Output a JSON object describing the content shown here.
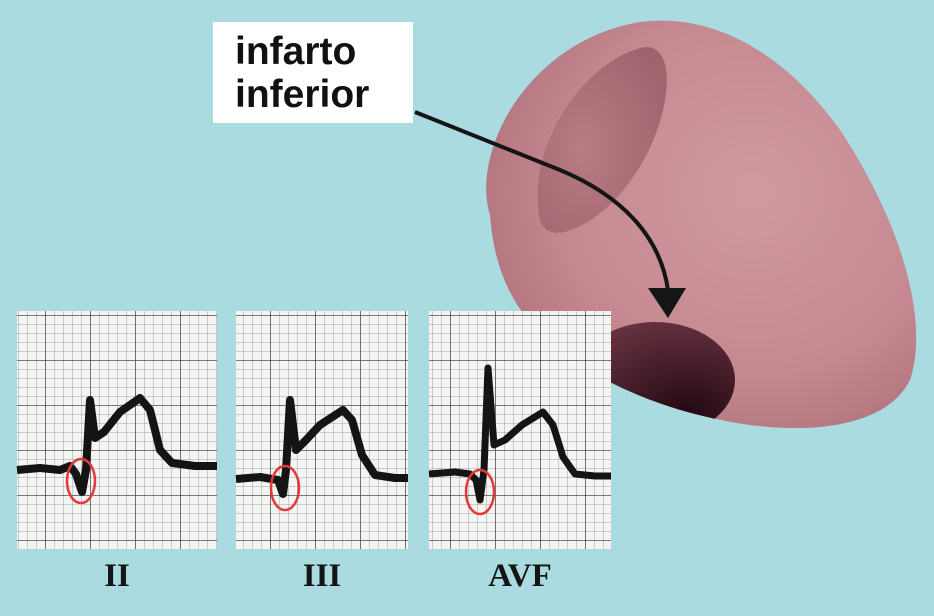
{
  "callout": {
    "line1": "infarto",
    "line2": "inferior"
  },
  "leads": [
    {
      "label": "II"
    },
    {
      "label": "III"
    },
    {
      "label": "AVF"
    }
  ],
  "colors": {
    "background": "#a9dbe0",
    "heart": "#c98a92",
    "infarct": "#3d1420",
    "grid_paper": "#f4f4f2",
    "grid_line": "#6e6e6e",
    "trace": "#141414",
    "highlight_circle": "#e23a3a"
  }
}
